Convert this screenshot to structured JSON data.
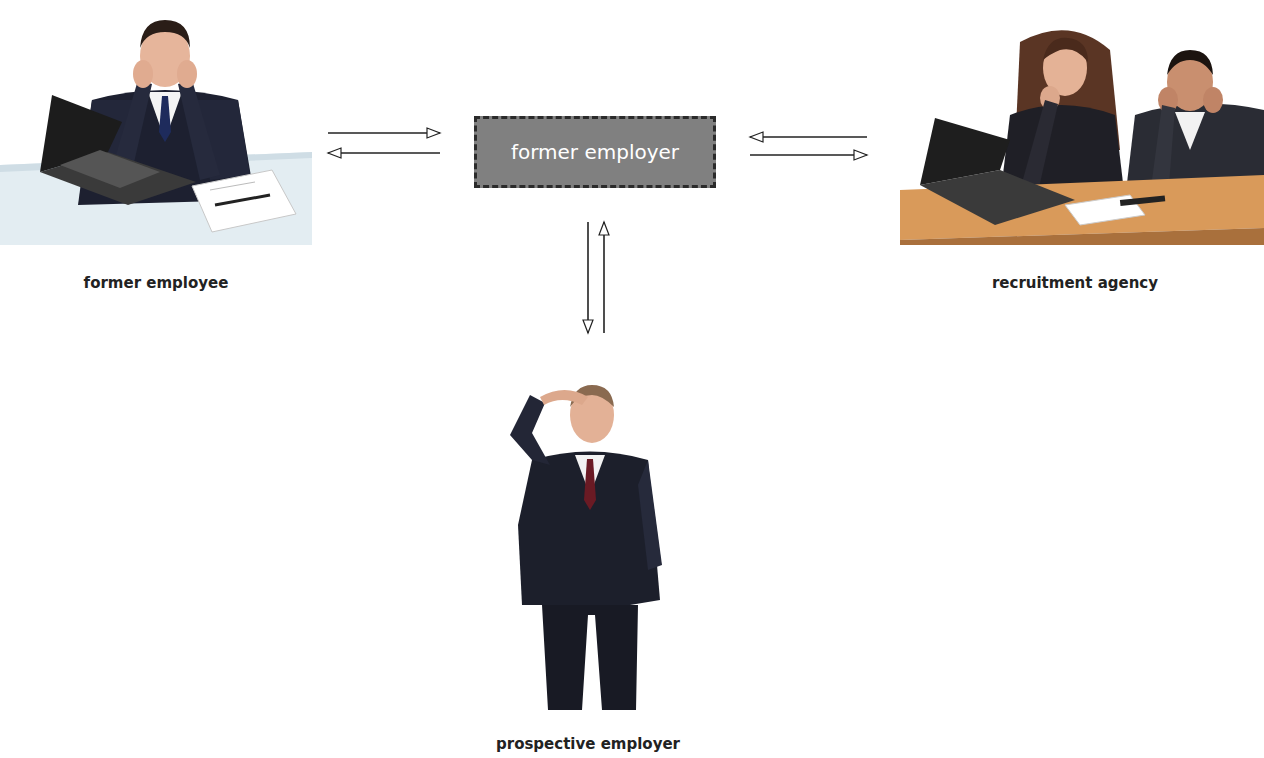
{
  "diagram": {
    "nodes": [
      {
        "text": [
          "former employee"
        ]
      },
      {
        "text": [
          "former employer"
        ]
      },
      {
        "text": [
          "recruitment agency"
        ]
      },
      {
        "text": [
          "prospective employer"
        ]
      }
    ],
    "edges": [
      {
        "from": 0,
        "to": 1,
        "arrow": "to"
      },
      {
        "from": 1,
        "to": 0,
        "arrow": "to"
      },
      {
        "from": 2,
        "to": 1,
        "arrow": "to"
      },
      {
        "from": 1,
        "to": 2,
        "arrow": "to"
      },
      {
        "from": 1,
        "to": 3,
        "arrow": "to"
      },
      {
        "from": 3,
        "to": 1,
        "arrow": "to"
      }
    ]
  }
}
